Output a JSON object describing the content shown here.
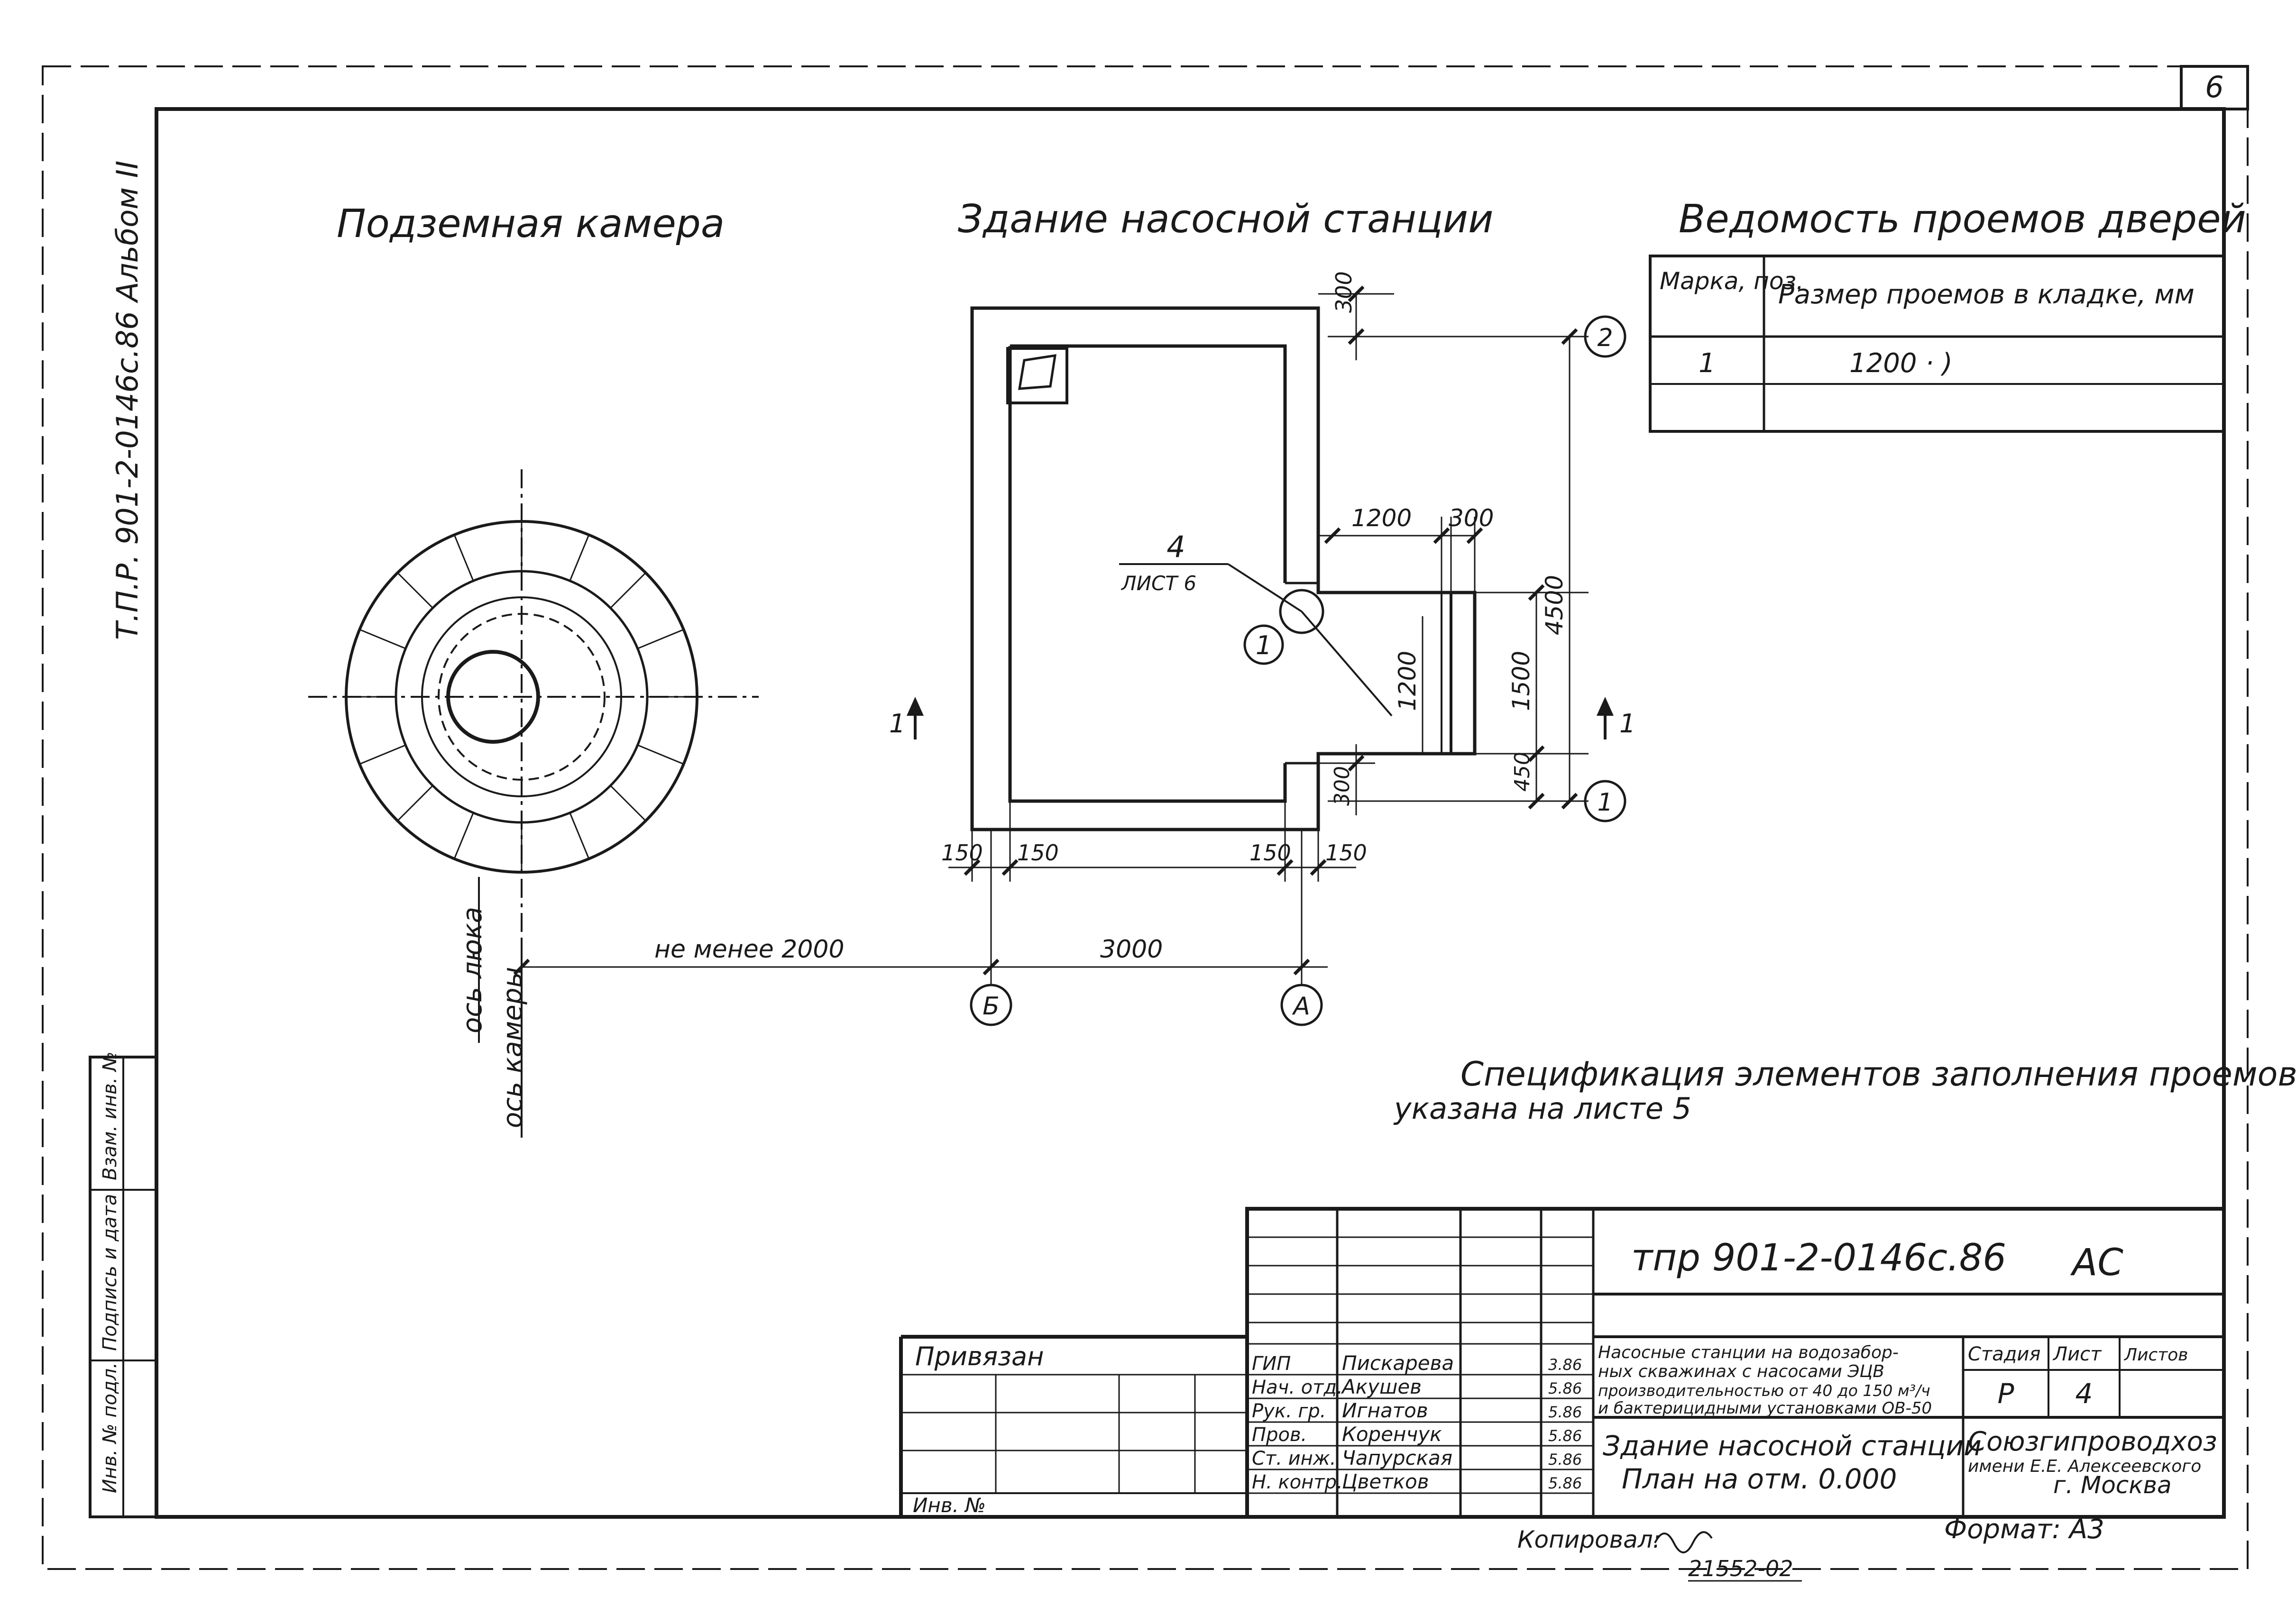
{
  "sheet": {
    "sheet_number": "6",
    "side_album_label": "Т.П.Р. 901-2-0146с.86 Альбом II",
    "copy_number": "21552-02",
    "copied_by_label": "Копировал:",
    "format_label": "Формат: А3"
  },
  "titles": {
    "camera": "Подземная камера",
    "building": "Здание насосной станции",
    "door_schedule": "Ведомость проемов дверей"
  },
  "door_table": {
    "headers": [
      "Марка, поз.",
      "Размер проемов в кладке, мм"
    ],
    "rows": [
      [
        "1",
        "1200 · )"
      ],
      [
        "",
        ""
      ]
    ]
  },
  "plan_labels": {
    "callout_num": "4",
    "callout_sheet": "ЛИСТ 6",
    "section_mark": "1",
    "axis_luka": "ось люка",
    "axis_kamery": "ось камеры"
  },
  "dimensions": {
    "d300_top": "300",
    "d1200_door_w": "1200",
    "d300_right": "300",
    "d4500": "4500",
    "d1200_vert": "1200",
    "d1500": "1500",
    "d450": "450",
    "d300_bottom": "300",
    "d150_a": "150",
    "d150_b": "150",
    "d150_c": "150",
    "d150_d": "150",
    "d_min_2000": "не менее 2000",
    "d3000": "3000"
  },
  "axes": [
    "2",
    "1",
    "Б",
    "А"
  ],
  "door_mark": "1",
  "note": {
    "line1": "Спецификация элементов заполнения проемов",
    "line2": "указана на листе 5"
  },
  "side_stamp": [
    "Инв. № подл.",
    "Подпись и дата",
    "Взам. инв. №"
  ],
  "title_block": {
    "code": "тпр 901-2-0146с.86",
    "mark": "АС",
    "privyazan": "Привязан",
    "inv_label": "Инв. №",
    "roles": [
      {
        "role": "ГИП",
        "name": "Пискарева",
        "date": "3.86"
      },
      {
        "role": "Нач. отд.",
        "name": "Акушев",
        "date": "5.86"
      },
      {
        "role": "Рук. гр.",
        "name": "Игнатов",
        "date": "5.86"
      },
      {
        "role": "Пров.",
        "name": "Коренчук",
        "date": "5.86"
      },
      {
        "role": "Ст. инж.",
        "name": "Чапурская",
        "date": "5.86"
      },
      {
        "role": "Н. контр.",
        "name": "Цветков",
        "date": "5.86"
      }
    ],
    "project_desc": [
      "Насосные станции на водозабор-",
      "ных скважинах с насосами ЭЦВ",
      "производительностью от 40 до 150 м³/ч",
      "и бактерицидными установками ОВ-50"
    ],
    "drawing_title_1": "Здание насосной станции",
    "drawing_title_2": "План на отм. 0.000",
    "stage_header": "Стадия",
    "sheet_header": "Лист",
    "sheets_header": "Листов",
    "stage": "Р",
    "sheet": "4",
    "org_1": "Союзгипроводхоз",
    "org_2": "имени Е.Е. Алексеевского",
    "org_3": "г. Москва"
  }
}
